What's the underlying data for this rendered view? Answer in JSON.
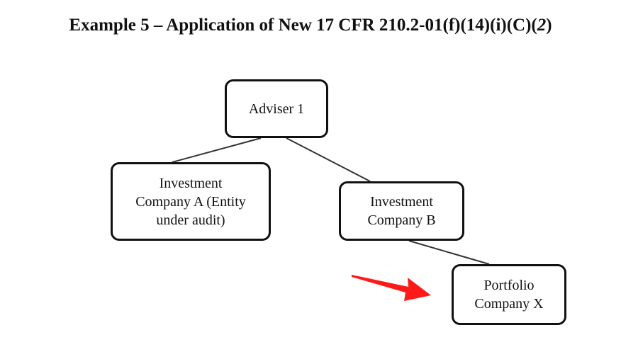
{
  "title": {
    "main": "Example 5 – Application of New 17 CFR 210.2-01(f)(14)(i)(C)(",
    "italic": "2",
    "close": ")"
  },
  "nodes": {
    "adviser": "Adviser 1",
    "investment_company_a": "Investment\nCompany A (Entity\nunder audit)",
    "investment_company_b": "Investment\nCompany B",
    "portfolio_company_x": "Portfolio\nCompany X"
  },
  "colors": {
    "arrow": "#ff1a1a",
    "lines": "#333333",
    "box_border": "#111111"
  }
}
